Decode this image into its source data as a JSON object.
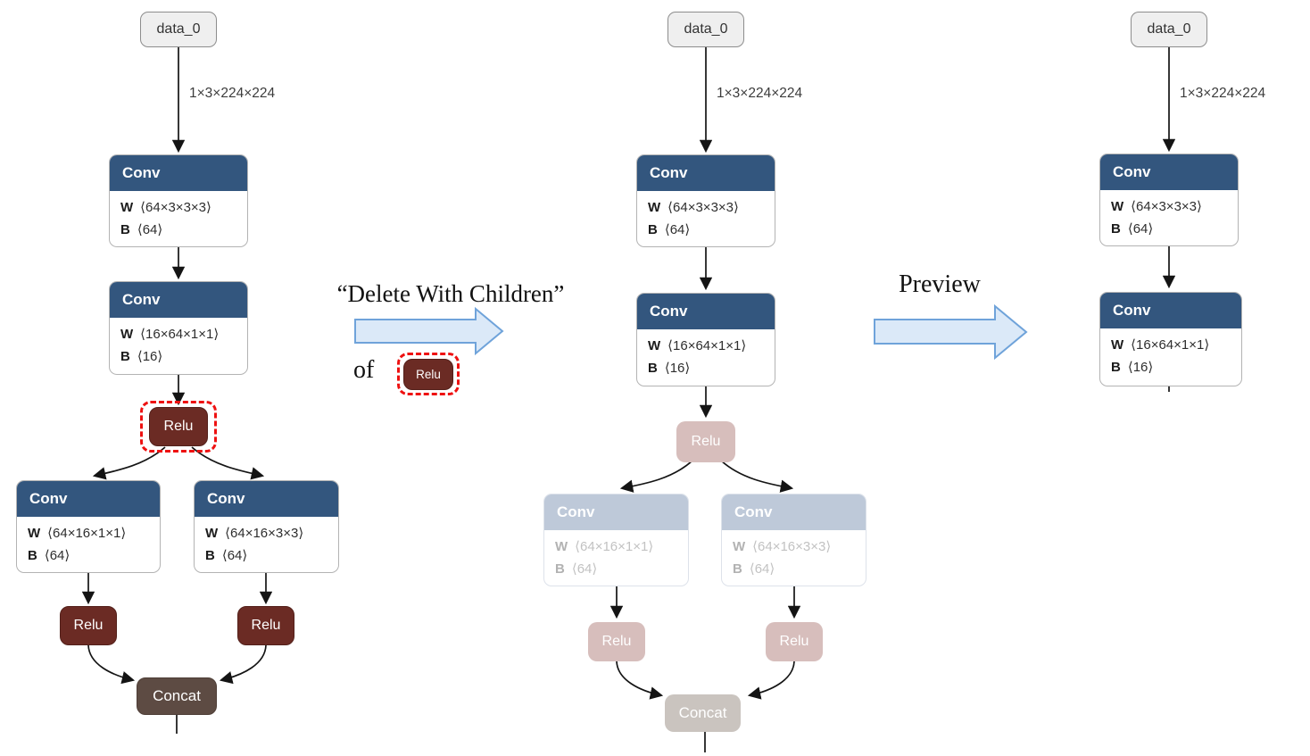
{
  "annotations": {
    "delete_with_children": "“Delete With Children”",
    "of": "of",
    "target_relu_label": "Relu",
    "preview": "Preview"
  },
  "panels": [
    {
      "name": "original-graph",
      "data_node_label": "data_0",
      "input_edge_label": "1×3×224×224",
      "conv_top": {
        "title": "Conv",
        "w_key": "W",
        "w_val": "⟨64×3×3×3⟩",
        "b_key": "B",
        "b_val": "⟨64⟩"
      },
      "conv_mid": {
        "title": "Conv",
        "w_key": "W",
        "w_val": "⟨16×64×1×1⟩",
        "b_key": "B",
        "b_val": "⟨16⟩"
      },
      "relu_main_label": "Relu",
      "conv_left": {
        "title": "Conv",
        "w_key": "W",
        "w_val": "⟨64×16×1×1⟩",
        "b_key": "B",
        "b_val": "⟨64⟩"
      },
      "conv_right": {
        "title": "Conv",
        "w_key": "W",
        "w_val": "⟨64×16×3×3⟩",
        "b_key": "B",
        "b_val": "⟨64⟩"
      },
      "relu_left_label": "Relu",
      "relu_right_label": "Relu",
      "concat_label": "Concat"
    },
    {
      "name": "marked-for-deletion-graph",
      "data_node_label": "data_0",
      "input_edge_label": "1×3×224×224",
      "conv_top": {
        "title": "Conv",
        "w_key": "W",
        "w_val": "⟨64×3×3×3⟩",
        "b_key": "B",
        "b_val": "⟨64⟩"
      },
      "conv_mid": {
        "title": "Conv",
        "w_key": "W",
        "w_val": "⟨16×64×1×1⟩",
        "b_key": "B",
        "b_val": "⟨16⟩"
      },
      "relu_main_label": "Relu",
      "conv_left": {
        "title": "Conv",
        "w_key": "W",
        "w_val": "⟨64×16×1×1⟩",
        "b_key": "B",
        "b_val": "⟨64⟩"
      },
      "conv_right": {
        "title": "Conv",
        "w_key": "W",
        "w_val": "⟨64×16×3×3⟩",
        "b_key": "B",
        "b_val": "⟨64⟩"
      },
      "relu_left_label": "Relu",
      "relu_right_label": "Relu",
      "concat_label": "Concat"
    },
    {
      "name": "preview-result-graph",
      "data_node_label": "data_0",
      "input_edge_label": "1×3×224×224",
      "conv_top": {
        "title": "Conv",
        "w_key": "W",
        "w_val": "⟨64×3×3×3⟩",
        "b_key": "B",
        "b_val": "⟨64⟩"
      },
      "conv_mid": {
        "title": "Conv",
        "w_key": "W",
        "w_val": "⟨16×64×1×1⟩",
        "b_key": "B",
        "b_val": "⟨16⟩"
      }
    }
  ],
  "colors": {
    "conv_header": "#33567e",
    "relu": "#6b2b24",
    "concat": "#5d4b43",
    "conv_header_faded": "#bec9d9",
    "relu_faded": "#d7bebc",
    "concat_faded": "#cac4bf",
    "data_node_fill": "#efefef",
    "highlight_red": "#ee1111",
    "block_arrow_fill": "#dbe9f8",
    "block_arrow_stroke": "#6fa3da"
  }
}
